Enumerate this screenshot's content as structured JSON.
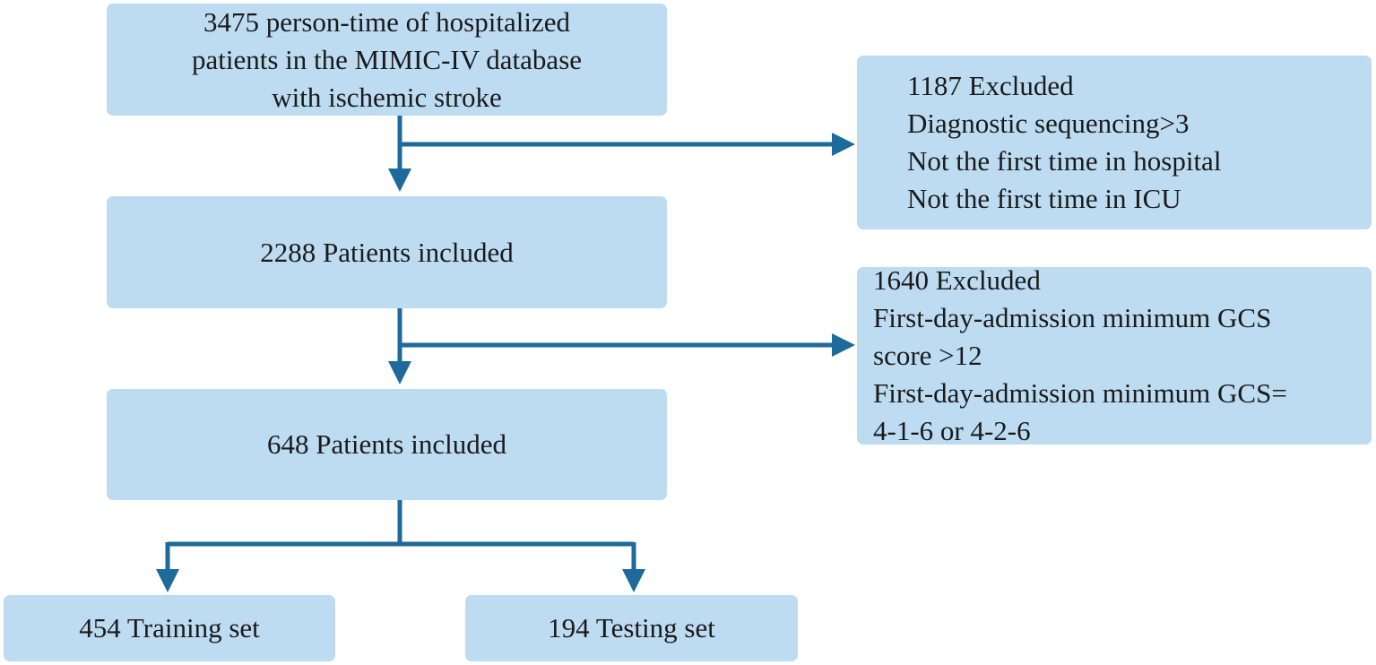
{
  "boxes": {
    "cohort": {
      "lines": [
        "3475 person-time of hospitalized",
        "patients in the MIMIC-IV database",
        "with ischemic stroke"
      ]
    },
    "exclusion_1": {
      "lines": [
        "1187 Excluded",
        "Diagnostic sequencing>3",
        "Not the first time in hospital",
        "Not the first time in ICU"
      ]
    },
    "included_1": {
      "lines": [
        "2288 Patients included"
      ]
    },
    "exclusion_2": {
      "lines": [
        "1640 Excluded",
        "First-day-admission minimum GCS",
        "score >12",
        "First-day-admission minimum GCS=",
        "4-1-6 or 4-2-6"
      ]
    },
    "included_2": {
      "lines": [
        "648 Patients included"
      ]
    },
    "training": {
      "lines": [
        "454 Training set"
      ]
    },
    "testing": {
      "lines": [
        "194 Testing set"
      ]
    }
  },
  "colors": {
    "box_fill": "#bddcf2",
    "arrow": "#1e6a9b",
    "text": "#1a1a1a"
  }
}
